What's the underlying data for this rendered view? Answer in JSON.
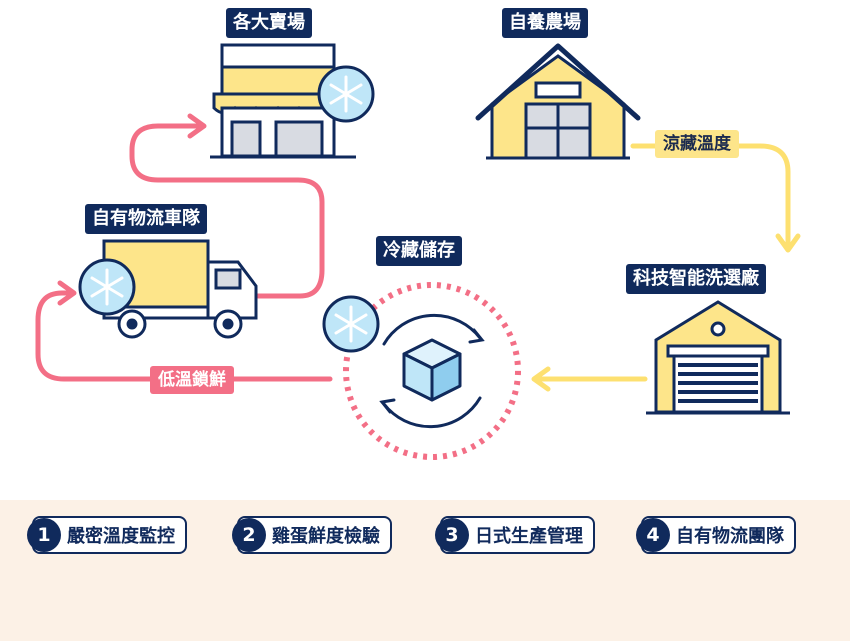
{
  "nodes": {
    "stores": "各大賣場",
    "farm": "自養農場",
    "fleet": "自有物流車隊",
    "storage": "冷藏儲存",
    "factory": "科技智能洗選廠"
  },
  "flows": {
    "cold_temp": "涼藏溫度",
    "low_temp_fresh": "低溫鎖鮮"
  },
  "features": [
    {
      "num": "1",
      "label": "嚴密溫度監控"
    },
    {
      "num": "2",
      "label": "雞蛋鮮度檢驗"
    },
    {
      "num": "3",
      "label": "日式生產管理"
    },
    {
      "num": "4",
      "label": "自有物流團隊"
    }
  ],
  "colors": {
    "navy": "#102a5c",
    "yellow": "#fde58a",
    "pink": "#f36f86",
    "ice": "#bfe6f8",
    "footer_bg": "#fcf1e6"
  }
}
